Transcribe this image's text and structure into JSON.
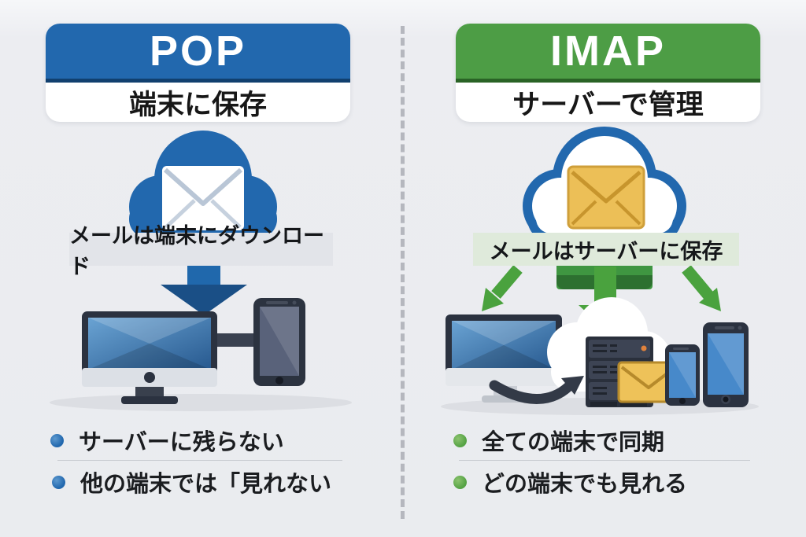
{
  "left_panel": {
    "protocol": "POP",
    "subtitle": "端末に保存",
    "caption": "メールは端末にダウンロード",
    "bullets": [
      "サーバーに残らない",
      "他の端末では「見れない"
    ],
    "accent": "#2268ae",
    "accent_dark": "#11406f",
    "band_bg": "#e2e4e9",
    "bullet_color": "#2268ae"
  },
  "right_panel": {
    "protocol": "IMAP",
    "subtitle": "サーバーで管理",
    "caption": "メールはサーバーに保存",
    "bullets": [
      "全ての端末で同期",
      "どの端末でも見れる"
    ],
    "accent": "#4d9d45",
    "accent_dark": "#2a6326",
    "band_bg": "#dfeadb",
    "bullet_color": "#56a345"
  },
  "palette": {
    "background": "#eaecef",
    "divider_dots": "#b5b7be",
    "envelope_yellow": "#ecbf57",
    "device_dark": "#2b3240",
    "screen_blue": "#4789ca",
    "arrow_dark": "#3a4150",
    "arrow_green": "#4aa23e"
  },
  "icons": {
    "pop_cloud": "blue-cloud-with-white-envelope",
    "pop_download_arrow": "blue-arrow-down",
    "pop_desktop": "desktop-monitor",
    "pop_transfer_arrow": "dark-arrow-right",
    "pop_phone": "smartphone",
    "imap_cloud": "outlined-cloud-with-yellow-envelope",
    "imap_sync_arrows": "three-green-arrows-down",
    "imap_desktop": "desktop-monitor",
    "imap_server": "server-rack-with-envelope-in-cloud",
    "imap_phone": "smartphone",
    "imap_tablet": "tablet"
  }
}
